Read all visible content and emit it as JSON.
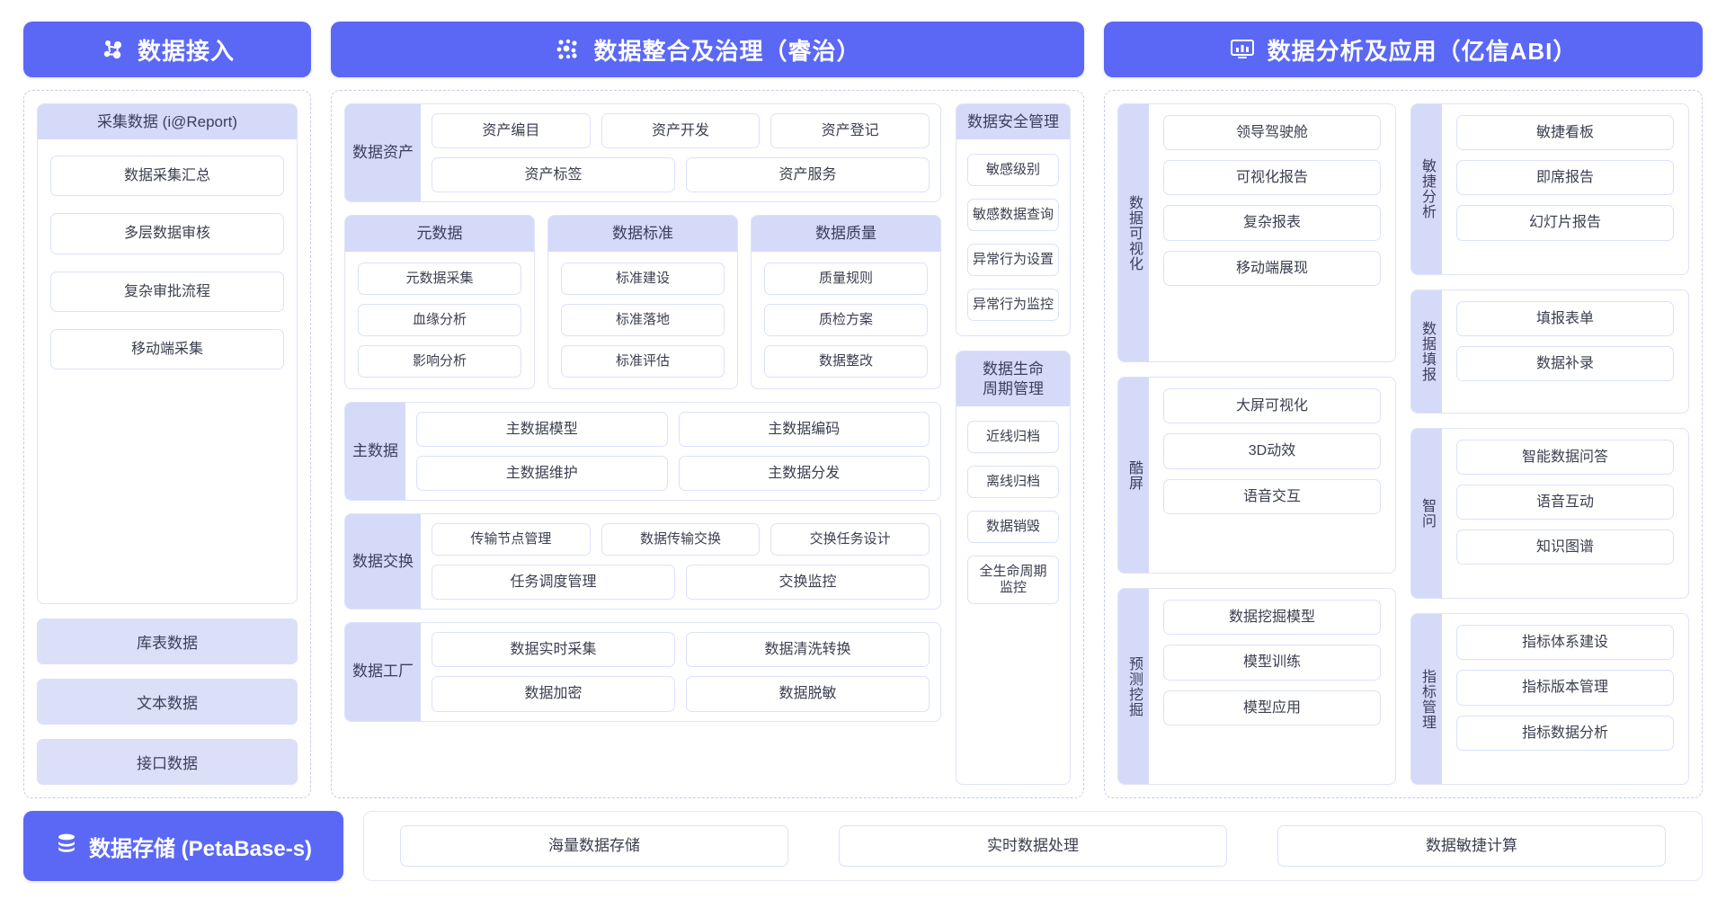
{
  "headers": {
    "ingest": {
      "label": "数据接入",
      "icon": "network-nodes-icon"
    },
    "govern": {
      "label": "数据整合及治理（睿治）",
      "icon": "data-dots-icon"
    },
    "analyze": {
      "label": "数据分析及应用（亿信ABI）",
      "icon": "monitor-chart-icon"
    }
  },
  "ingest": {
    "collect_card": {
      "title": "采集数据 (i@Report)",
      "items": [
        "数据采集汇总",
        "多层数据审核",
        "复杂审批流程",
        "移动端采集"
      ]
    },
    "bars": [
      "库表数据",
      "文本数据",
      "接口数据"
    ]
  },
  "govern": {
    "asset": {
      "label": "数据资产",
      "row1": [
        "资产编目",
        "资产开发",
        "资产登记"
      ],
      "row2": [
        "资产标签",
        "资产服务"
      ]
    },
    "triple": [
      {
        "title": "元数据",
        "items": [
          "元数据采集",
          "血缘分析",
          "影响分析"
        ]
      },
      {
        "title": "数据标准",
        "items": [
          "标准建设",
          "标准落地",
          "标准评估"
        ]
      },
      {
        "title": "数据质量",
        "items": [
          "质量规则",
          "质检方案",
          "数据整改"
        ]
      }
    ],
    "master": {
      "label": "主数据",
      "row1": [
        "主数据模型",
        "主数据编码"
      ],
      "row2": [
        "主数据维护",
        "主数据分发"
      ]
    },
    "exchange": {
      "label": "数据交换",
      "row1": [
        "传输节点管理",
        "数据传输交换",
        "交换任务设计"
      ],
      "row2": [
        "任务调度管理",
        "交换监控"
      ]
    },
    "factory": {
      "label": "数据工厂",
      "row1": [
        "数据实时采集",
        "数据清洗转换"
      ],
      "row2": [
        "数据加密",
        "数据脱敏"
      ]
    },
    "security": {
      "title": "数据安全管理",
      "items": [
        "敏感级别",
        "敏感数据查询",
        "异常行为设置",
        "异常行为监控"
      ]
    },
    "lifecycle": {
      "title": "数据生命\n周期管理",
      "items": [
        "近线归档",
        "离线归档",
        "数据销毁",
        "全生命周期\n监控"
      ]
    }
  },
  "analyze": {
    "left": [
      {
        "label": "数据可视化",
        "items": [
          "领导驾驶舱",
          "可视化报告",
          "复杂报表",
          "移动端展现"
        ]
      },
      {
        "label": "酷屏",
        "items": [
          "大屏可视化",
          "3D动效",
          "语音交互"
        ]
      },
      {
        "label": "预测挖掘",
        "items": [
          "数据挖掘模型",
          "模型训练",
          "模型应用"
        ]
      }
    ],
    "right": [
      {
        "label": "敏捷分析",
        "items": [
          "敏捷看板",
          "即席报告",
          "幻灯片报告"
        ]
      },
      {
        "label": "数据填报",
        "items": [
          "填报表单",
          "数据补录"
        ]
      },
      {
        "label": "智问",
        "items": [
          "智能数据问答",
          "语音互动",
          "知识图谱"
        ]
      },
      {
        "label": "指标管理",
        "items": [
          "指标体系建设",
          "指标版本管理",
          "指标数据分析"
        ]
      }
    ]
  },
  "storage": {
    "badge": "数据存储 (PetaBase-s)",
    "badge_icon": "database-stack-icon",
    "items": [
      "海量数据存储",
      "实时数据处理",
      "数据敏捷计算"
    ]
  },
  "colors": {
    "brand": "#5b68f5",
    "title_bg": "#d5daf8",
    "pill_border": "#dbe1fb",
    "dashed_border": "#c8cbe6"
  }
}
